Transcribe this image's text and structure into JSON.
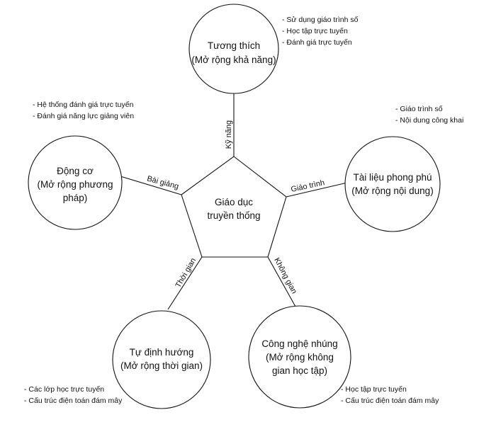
{
  "center": {
    "line1": "Giáo dục",
    "line2": "truyền thống"
  },
  "nodes": {
    "top": {
      "line1": "Tương thích",
      "line2": "(Mở rộng khả năng)"
    },
    "left": {
      "line1": "Động cơ",
      "line2": "(Mở rộng phương",
      "line3": "pháp)"
    },
    "right": {
      "line1": "Tài liệu phong phú",
      "line2": "(Mở rộng nội dung)"
    },
    "bottom_left": {
      "line1": "Tự định hướng",
      "line2": "(Mở rộng thời gian)"
    },
    "bottom_right": {
      "line1": "Công nghệ nhúng",
      "line2": "(Mở rộng không",
      "line3": "gian học tập)"
    }
  },
  "edge_labels": {
    "top": "Kỹ năng",
    "left": "Bài giảng",
    "right": "Giáo trình",
    "bottom_left": "Thời gian",
    "bottom_right": "Không gian"
  },
  "notes": {
    "top": [
      "- Sử dụng giáo trình số",
      "- Học tập trực tuyến",
      "- Đánh giá trực tuyến"
    ],
    "left": [
      "- Hệ thống đánh giá trực tuyến",
      "- Đánh giá năng lực giảng viên"
    ],
    "right": [
      "- Giáo trình số",
      "- Nội dung công khai"
    ],
    "bottom_left": [
      "- Các lớp học trực tuyến",
      "- Cấu trúc điện toán đám mây"
    ],
    "bottom_right": [
      "- Học tập trực tuyến",
      "- Cấu trúc điện toán đám mây"
    ]
  }
}
